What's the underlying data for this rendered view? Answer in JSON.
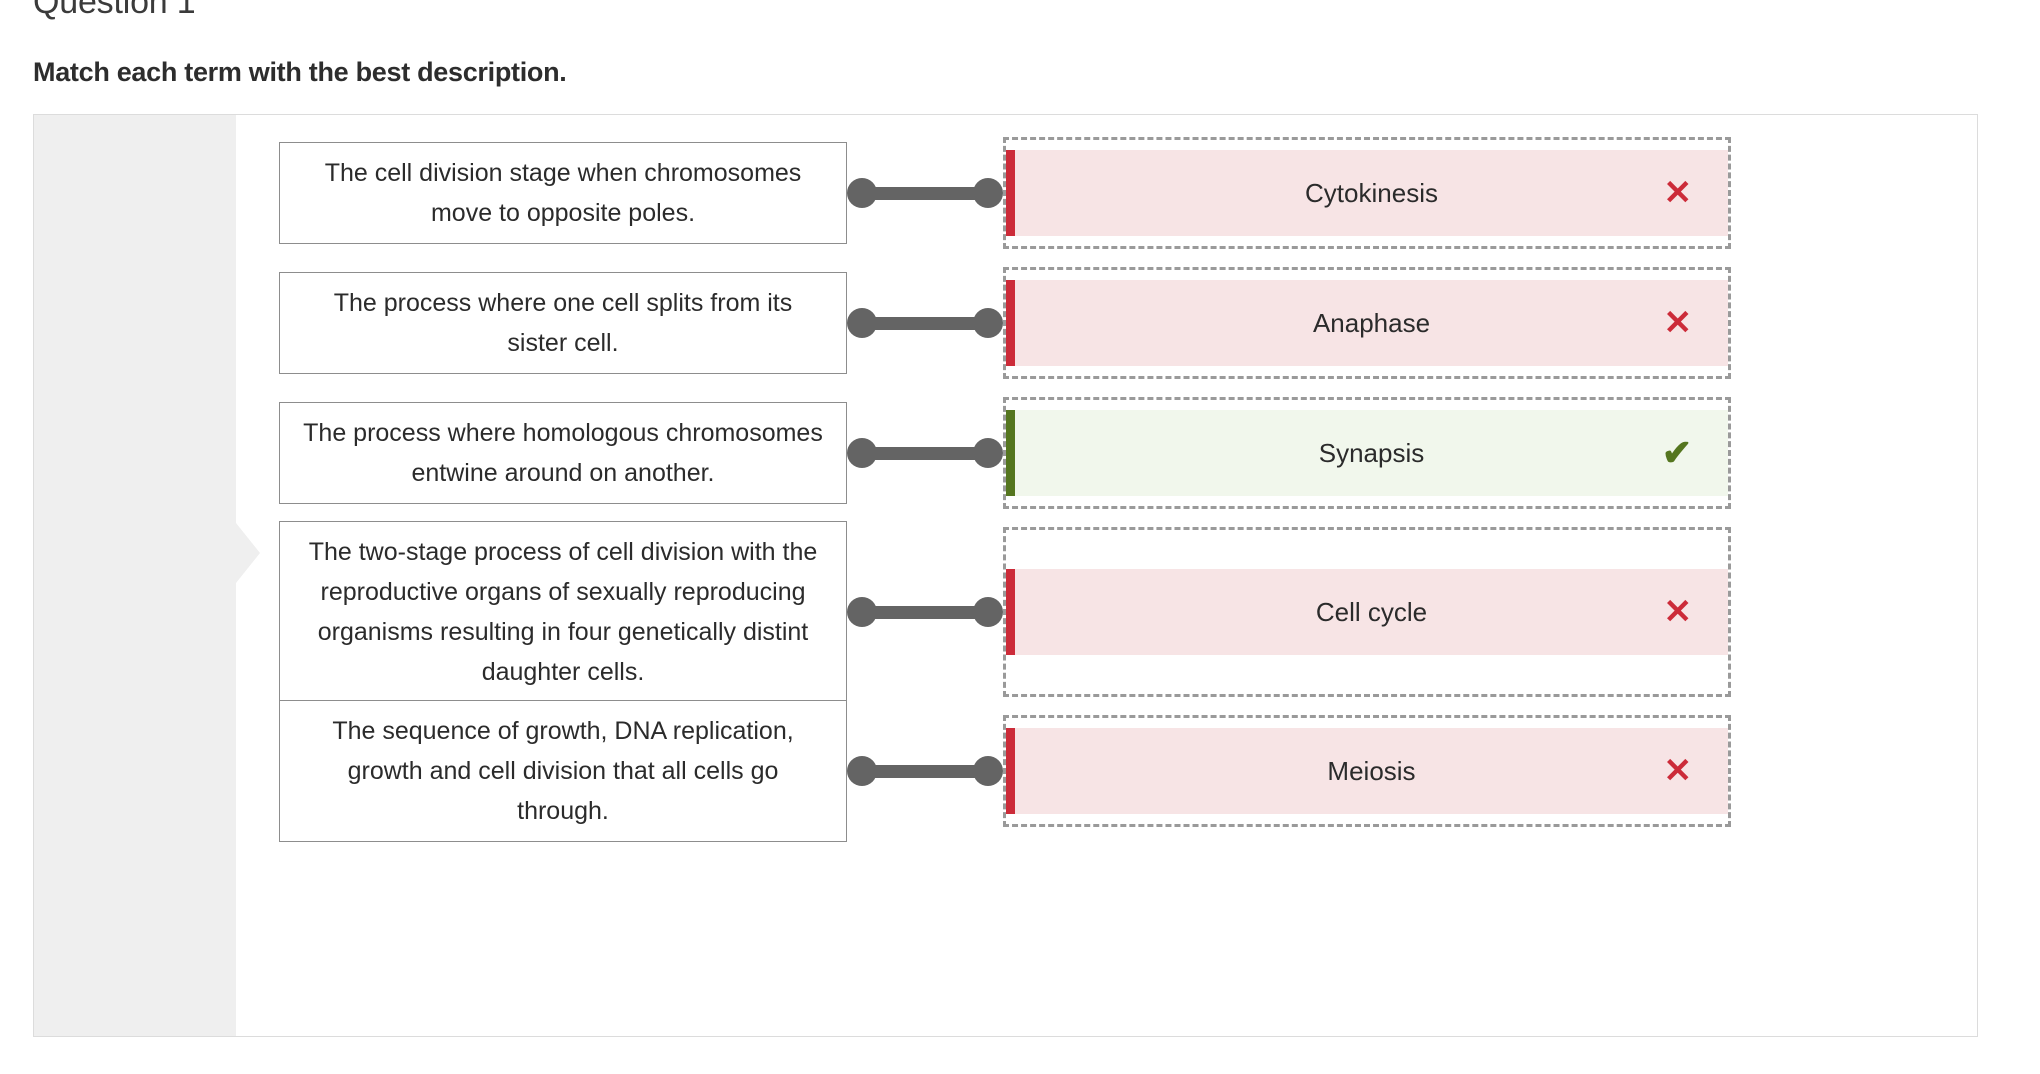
{
  "header": {
    "question_title": "Question 1",
    "prompt": "Match each term with the best description."
  },
  "colors": {
    "wrong_accent": "#cc2b39",
    "wrong_fill": "#f7e4e5",
    "correct_accent": "#55761f",
    "correct_fill": "#f1f7ec",
    "connector": "#646464",
    "dropzone_border": "#9a9a9a",
    "rail_fill": "#efefef",
    "panel_border": "#dcdcdc"
  },
  "icons": {
    "wrong": "✕",
    "correct": "✔",
    "rail_arrow": "arrow-right-indicator"
  },
  "rows": [
    {
      "description": "The cell division stage when chromosomes move to opposite poles.",
      "answer": "Cytokinesis",
      "status": "incorrect",
      "mark": "✕",
      "tall": false
    },
    {
      "description": "The process where one cell splits from its sister cell.",
      "answer": "Anaphase",
      "status": "incorrect",
      "mark": "✕",
      "tall": false
    },
    {
      "description": "The process where homologous chromosomes entwine around on another.",
      "answer": "Synapsis",
      "status": "correct",
      "mark": "✔",
      "tall": false
    },
    {
      "description": "The two-stage process of cell division with the reproductive organs of sexually reproducing organisms resulting in four genetically distint daughter cells.",
      "answer": "Cell cycle",
      "status": "incorrect",
      "mark": "✕",
      "tall": true
    },
    {
      "description": "The sequence of growth, DNA replication, growth and cell division that all cells go through.",
      "answer": "Meiosis",
      "status": "incorrect",
      "mark": "✕",
      "tall": false
    }
  ]
}
